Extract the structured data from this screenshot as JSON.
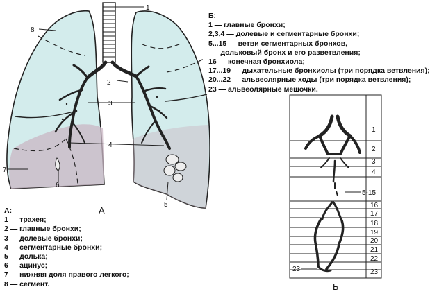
{
  "panel_a": {
    "caption": "А",
    "callouts": [
      "1",
      "2",
      "3",
      "4",
      "5",
      "6",
      "7",
      "8"
    ],
    "legend": {
      "heading": "А:",
      "items": [
        "1 — трахея;",
        "2 — главные бронхи;",
        "3 — долевые бронхи;",
        "4 — сегментарные бронхи;",
        "5 — долька;",
        "6 — ацинус;",
        "7 — нижняя доля правого легкого;",
        "8 — сегмент."
      ]
    }
  },
  "panel_b": {
    "caption": "Б",
    "scale_labels": [
      "1",
      "2",
      "3",
      "4",
      "5-15",
      "16",
      "17",
      "18",
      "19",
      "20",
      "21",
      "22",
      "23"
    ],
    "left_label": "23",
    "legend": {
      "heading": "Б:",
      "items": [
        "1 — главные бронхи;",
        "2,3,4 — долевые и сегментарные бронхи;",
        "5...15 — ветви сегментарных бронхов,",
        "      дольковый бронх и его разветвления;",
        "16 — конечная бронхиола;",
        "17...19 — дыхательные бронхиолы (три порядка ветвления);",
        "20...22 — альвеолярные ходы (три порядка ветвления);",
        "23 — альвеолярные мешочки."
      ]
    }
  },
  "colors": {
    "upper_lobe": "#d3ecec",
    "lower_lobe": "#c9b7c4",
    "outline": "#222222"
  }
}
